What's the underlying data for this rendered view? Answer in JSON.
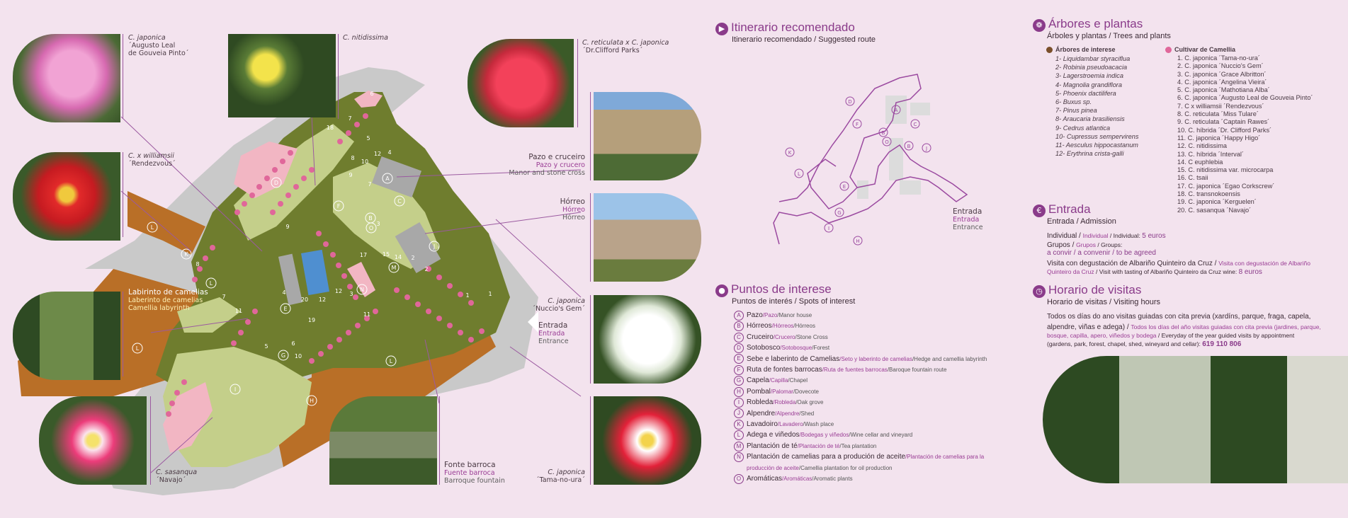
{
  "captions": {
    "augusto": {
      "latin": "C. japonica",
      "name": "´Augusto Leal\nde Gouveia Pinto´"
    },
    "nitidissima": {
      "latin": "C. nitidissima"
    },
    "reticulata": {
      "latin": "C. reticulata x C. japonica",
      "name": "´Dr.Clifford Parks´"
    },
    "rendezvous": {
      "latin": "C. x williamsii",
      "name": "´Rendezvous´"
    },
    "pazo": {
      "gl": "Pazo e cruceiro",
      "es": "Pazo y crucero",
      "en": "Manor and stone cross"
    },
    "horreo": {
      "gl": "Hórreo",
      "es": "Hórreo",
      "en": "Hórreo"
    },
    "labirinto": {
      "gl": "Labirinto de camelias",
      "es": "Laberinto de camelias",
      "en": "Camellia labyrinth"
    },
    "nuccio": {
      "latin": "C. japonica",
      "name": "´Nuccio's Gem´"
    },
    "entrada_map": {
      "gl": "Entrada",
      "es": "Entrada",
      "en": "Entrance"
    },
    "fonte": {
      "gl": "Fonte barroca",
      "es": "Fuente barroca",
      "en": "Barroque fountain"
    },
    "sasanqua": {
      "latin": "C. sasanqua",
      "name": "´Navajo´"
    },
    "tama": {
      "latin": "C. japonica",
      "name": "´Tama-no-ura´"
    }
  },
  "itinerario": {
    "title": "Itinerario recomendado",
    "subtitle": "Itinerario recomendado / Suggested route",
    "entrada": {
      "gl": "Entrada",
      "es": "Entrada",
      "en": "Entrance"
    }
  },
  "puntos": {
    "title": "Puntos de interese",
    "subtitle": "Puntos de interés / Spots of interest",
    "items": [
      {
        "l": "A",
        "gl": "Pazo",
        "es": "Pazo",
        "en": "Manor house"
      },
      {
        "l": "B",
        "gl": "Hórreos",
        "es": "Hórreos",
        "en": "Hórreos"
      },
      {
        "l": "C",
        "gl": "Cruceiro",
        "es": "Crucero",
        "en": "Stone Cross"
      },
      {
        "l": "D",
        "gl": "Sotobosco",
        "es": "Sotobosque",
        "en": "Forest"
      },
      {
        "l": "E",
        "gl": "Sebe e laberinto de Camelias",
        "es": "Seto y laberinto de camelias",
        "en": "Hedge and camellia labyrinth"
      },
      {
        "l": "F",
        "gl": "Ruta de fontes barrocas",
        "es": "Ruta de fuentes barrocas",
        "en": "Baroque fountain route"
      },
      {
        "l": "G",
        "gl": "Capela",
        "es": "Capilla",
        "en": "Chapel"
      },
      {
        "l": "H",
        "gl": "Pombal",
        "es": "Palomar",
        "en": "Dovecote"
      },
      {
        "l": "I",
        "gl": "Robleda",
        "es": "Robleda",
        "en": "Oak grove"
      },
      {
        "l": "J",
        "gl": "Alpendre",
        "es": "Alpendre",
        "en": "Shed"
      },
      {
        "l": "K",
        "gl": "Lavadoiro",
        "es": "Lavadero",
        "en": "Wash place"
      },
      {
        "l": "L",
        "gl": "Adega e viñedos",
        "es": "Bodegas y viñedos",
        "en": "Wine cellar and vineyard"
      },
      {
        "l": "M",
        "gl": "Plantación de té",
        "es": "Plantación de té",
        "en": "Tea plantation"
      },
      {
        "l": "N",
        "gl": "Plantación de camelias para a produción de aceite",
        "es": "Plantación de camelias para la",
        "en": ""
      },
      {
        "l": "",
        "gl": "",
        "es": "producción de aceite",
        "en": "Camellia plantation for oil production"
      },
      {
        "l": "O",
        "gl": "Aromáticas",
        "es": "Aromáticas",
        "en": "Aromatic plants"
      }
    ]
  },
  "arbores": {
    "title": "Árbores e plantas",
    "subtitle": "Árboles y plantas / Trees and plants",
    "trees_head": "Árbores de interese",
    "camellia_head": "Cultivar de Camellia",
    "trees": [
      "1- Liquidambar styraciflua",
      "2- Robinia pseudoacacia",
      "3- Lagerstroemia indica",
      "4- Magnolia grandiflora",
      "5- Phoenix dactilifera",
      "6- Buxus sp.",
      "7- Pinus pinea",
      "8- Araucaria brasiliensis",
      "9- Cedrus atlantica",
      "10- Cupressus sempervirens",
      "11- Aesculus hippocastanum",
      "12- Erythrina crista-galli"
    ],
    "camellias": [
      "1. C. japonica ´Tama-no-ura´",
      "2. C. japonica ´Nuccio's Gem´",
      "3. C. japonica ´Grace Albritton´",
      "4. C. japonica ´Angelina Vieira´",
      "5. C. japonica ´Mathotiana Alba´",
      "6. C. japonica ´Augusto Leal de Gouveia Pinto´",
      "7. C x williamsii ´Rendezvous´",
      "8. C. reticulata ´Miss Tulare´",
      "9. C. reticulata ´Captain Rawes´",
      "10. C. híbrida ´Dr. Clifford Parks´",
      "11. C. japonica ´Happy Higo´",
      "12. C. nitidissima",
      "13. C. híbrida ´Interval´",
      "14. C euphlebia",
      "15. C. nitidissima var. microcarpa",
      "16. C. tsaii",
      "17. C. japonica ´Egao Corkscrew´",
      "18. C. transnokoensis",
      "19. C. japonica ´Kerguelen´",
      "20. C. sasanqua ´Navajo´"
    ]
  },
  "entrada": {
    "title": "Entrada",
    "subtitle": "Entrada / Admission",
    "individual_gl": "Individual / ",
    "individual_es": "Individual",
    "individual_en": " / Individual: ",
    "individual_price": "5 euros",
    "grupos_gl": "Grupos / ",
    "grupos_es": "Grupos",
    "grupos_en": " / Groups:",
    "grupos_line2": "a convir / a convenir / to be agreed",
    "visita_gl": "Visita con degustación de Albariño Quinteiro da Cruz / ",
    "visita_es": "Visita con degustación de Albariño",
    "visita_es2": "Quinteiro da Cruz",
    "visita_en": " / Visit with tasting of Albariño Quinteiro da Cruz wine: ",
    "visita_price": "8 euros"
  },
  "horario": {
    "title": "Horario de visitas",
    "subtitle": "Horario de visitas / Visiting hours",
    "line1": "Todos os días do ano visitas guiadas con cita previa (xardíns, parque, fraga, capela,",
    "line2a": "alpendre, viñas e adega) / ",
    "line2b": "Todos los días del año visitas guiadas con cita previa (jardines, parque,",
    "line3": "bosque, capilla, apero, viñedos y bodega",
    "line3b": " / Everyday of the year guided visits by appointment",
    "line4": "(gardens, park, forest, chapel, shed, wineyard and cellar): ",
    "phone": "619 110 806"
  },
  "colors": {
    "accent": "#8a3b8a",
    "background": "#f3e3ee",
    "vineyard": "#b96f27",
    "lawn": "#c4cf8a",
    "hedge": "#6f7d2e",
    "path": "#c9c9c9"
  }
}
